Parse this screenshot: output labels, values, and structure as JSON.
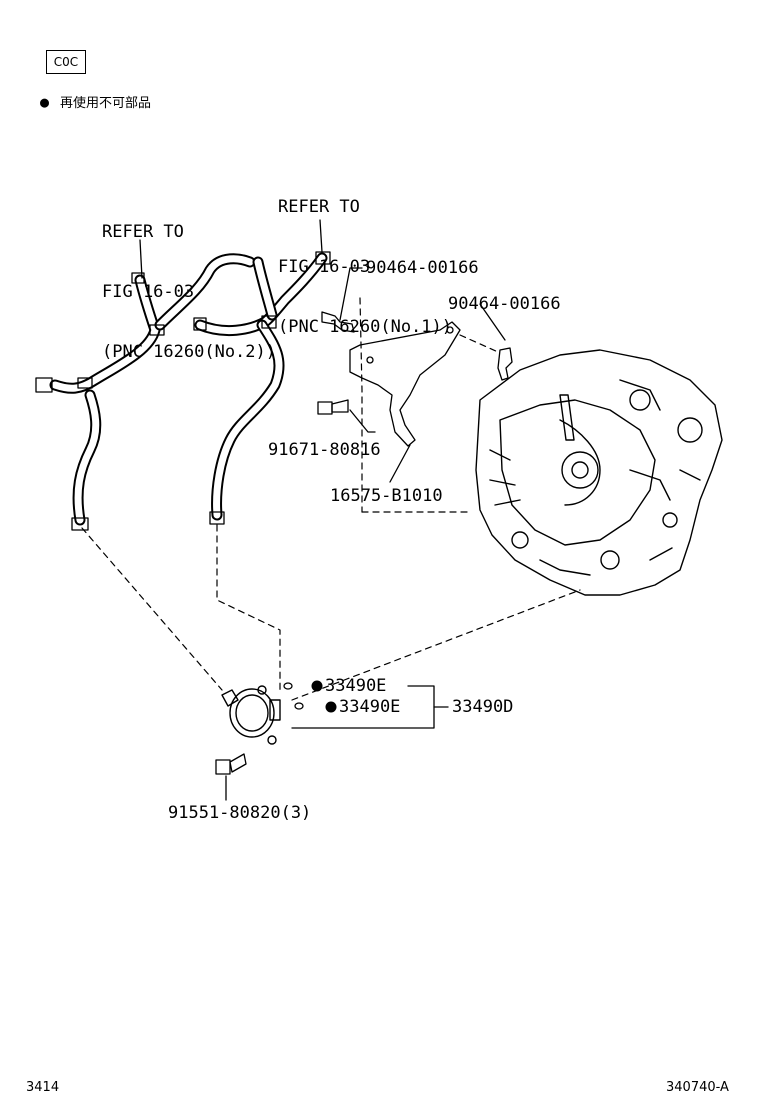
{
  "header": {
    "code": "C0C",
    "legend_symbol": "●",
    "legend_text": "再使用不可部品"
  },
  "references": {
    "ref_no2": [
      "REFER TO",
      "FIG 16-03",
      "(PNC 16260(No.2))"
    ],
    "ref_no1": [
      "REFER TO",
      "FIG 16-03",
      "(PNC 16260(No.1))"
    ]
  },
  "parts": {
    "clip_left": "90464-00166",
    "clip_right": "90464-00166",
    "bolt_bracket": "91671-80816",
    "bracket": "16575-B1010",
    "oring_upper": "33490E",
    "oring_lower": "33490E",
    "oring_set": "33490D",
    "bolt_cooler": "91551-80820(3)"
  },
  "footer": {
    "page_left": "3414",
    "page_right": "340740-A"
  }
}
